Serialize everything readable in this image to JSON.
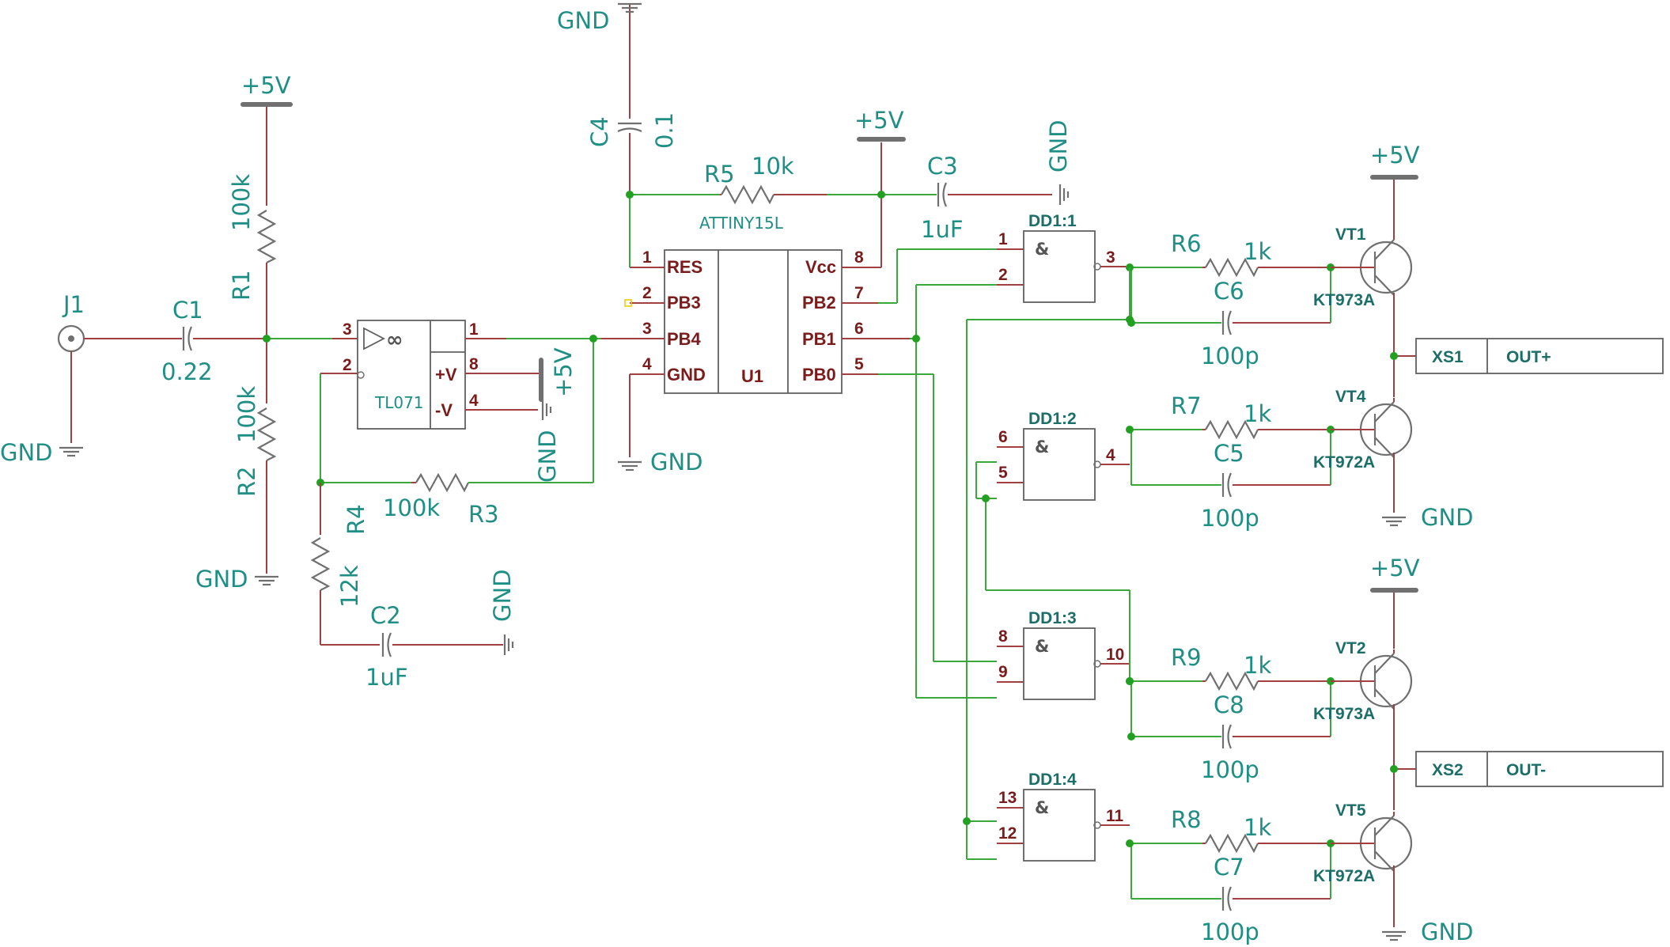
{
  "nets": {
    "vcc": "+5V",
    "gnd": "GND"
  },
  "connector_j1": {
    "ref": "J1"
  },
  "c1": {
    "ref": "C1",
    "value": "0.22"
  },
  "r1": {
    "ref": "R1",
    "value": "100k"
  },
  "r2": {
    "ref": "R2",
    "value": "100k"
  },
  "r3": {
    "ref": "R3",
    "value": "100k"
  },
  "r4": {
    "ref": "R4",
    "value": "12k"
  },
  "c2": {
    "ref": "C2",
    "value": "1uF"
  },
  "c3": {
    "ref": "C3",
    "value": "1uF"
  },
  "c4": {
    "ref": "C4",
    "value": "0.1"
  },
  "r5": {
    "ref": "R5",
    "value": "10k"
  },
  "opamp": {
    "part": "TL071",
    "pins": [
      "3",
      "2",
      "1",
      "8",
      "4"
    ],
    "supply_pos": "+V",
    "supply_neg": "-V"
  },
  "mcu": {
    "ref": "U1",
    "part": "ATTINY15L",
    "left_pins": [
      {
        "num": "1",
        "name": "RES"
      },
      {
        "num": "2",
        "name": "PB3"
      },
      {
        "num": "3",
        "name": "PB4"
      },
      {
        "num": "4",
        "name": "GND"
      }
    ],
    "right_pins": [
      {
        "num": "8",
        "name": "Vcc"
      },
      {
        "num": "7",
        "name": "PB2"
      },
      {
        "num": "6",
        "name": "PB1"
      },
      {
        "num": "5",
        "name": "PB0"
      }
    ]
  },
  "gate_symbol": "&",
  "gates": [
    {
      "ref": "DD1:1",
      "in_a": "1",
      "in_b": "2",
      "out": "3"
    },
    {
      "ref": "DD1:2",
      "in_a": "6",
      "in_b": "5",
      "out": "4"
    },
    {
      "ref": "DD1:3",
      "in_a": "8",
      "in_b": "9",
      "out": "10"
    },
    {
      "ref": "DD1:4",
      "in_a": "13",
      "in_b": "12",
      "out": "11"
    }
  ],
  "drive_stages": [
    {
      "r_ref": "R6",
      "r_value": "1k",
      "c_ref": "C6",
      "c_value": "100p",
      "t_ref": "VT1",
      "t_part": "KT973A"
    },
    {
      "r_ref": "R7",
      "r_value": "1k",
      "c_ref": "C5",
      "c_value": "100p",
      "t_ref": "VT4",
      "t_part": "KT972A"
    },
    {
      "r_ref": "R9",
      "r_value": "1k",
      "c_ref": "C8",
      "c_value": "100p",
      "t_ref": "VT2",
      "t_part": "KT973A"
    },
    {
      "r_ref": "R8",
      "r_value": "1k",
      "c_ref": "C7",
      "c_value": "100p",
      "t_ref": "VT5",
      "t_part": "KT972A"
    }
  ],
  "outputs": [
    {
      "ref": "XS1",
      "label": "OUT+"
    },
    {
      "ref": "XS2",
      "label": "OUT-"
    }
  ]
}
